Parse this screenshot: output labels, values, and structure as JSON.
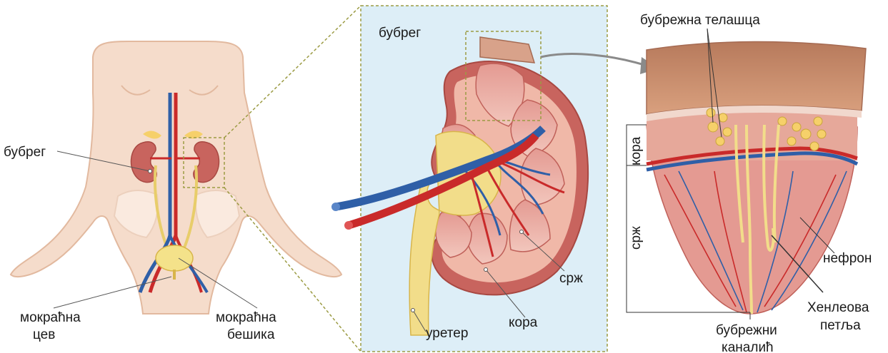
{
  "labels": {
    "body_kidney": "бубрег",
    "urethra_1": "мокраћна",
    "urethra_2": "цев",
    "bladder_1": "мокраћна",
    "bladder_2": "бешика",
    "kidney_title": "бубрег",
    "ureter": "уретер",
    "cortex": "кора",
    "medulla": "срж",
    "renal_corpuscles": "бубрежна телашца",
    "zone_cortex": "кора",
    "zone_medulla": "срж",
    "nephron": "нефрон",
    "henle_1": "Хенлеова",
    "henle_2": "петља",
    "tubule_1": "бубрежни",
    "tubule_2": "каналић"
  },
  "colors": {
    "skin": "#f5dccb",
    "skin_stroke": "#e2b99f",
    "kidney": "#c8645e",
    "artery": "#c92a2a",
    "vein": "#2f5fa7",
    "ureter": "#f2dd8a",
    "panel_bg": "#ddeef7",
    "dash": "#9b9b43",
    "arrow": "#8a8a8a"
  }
}
